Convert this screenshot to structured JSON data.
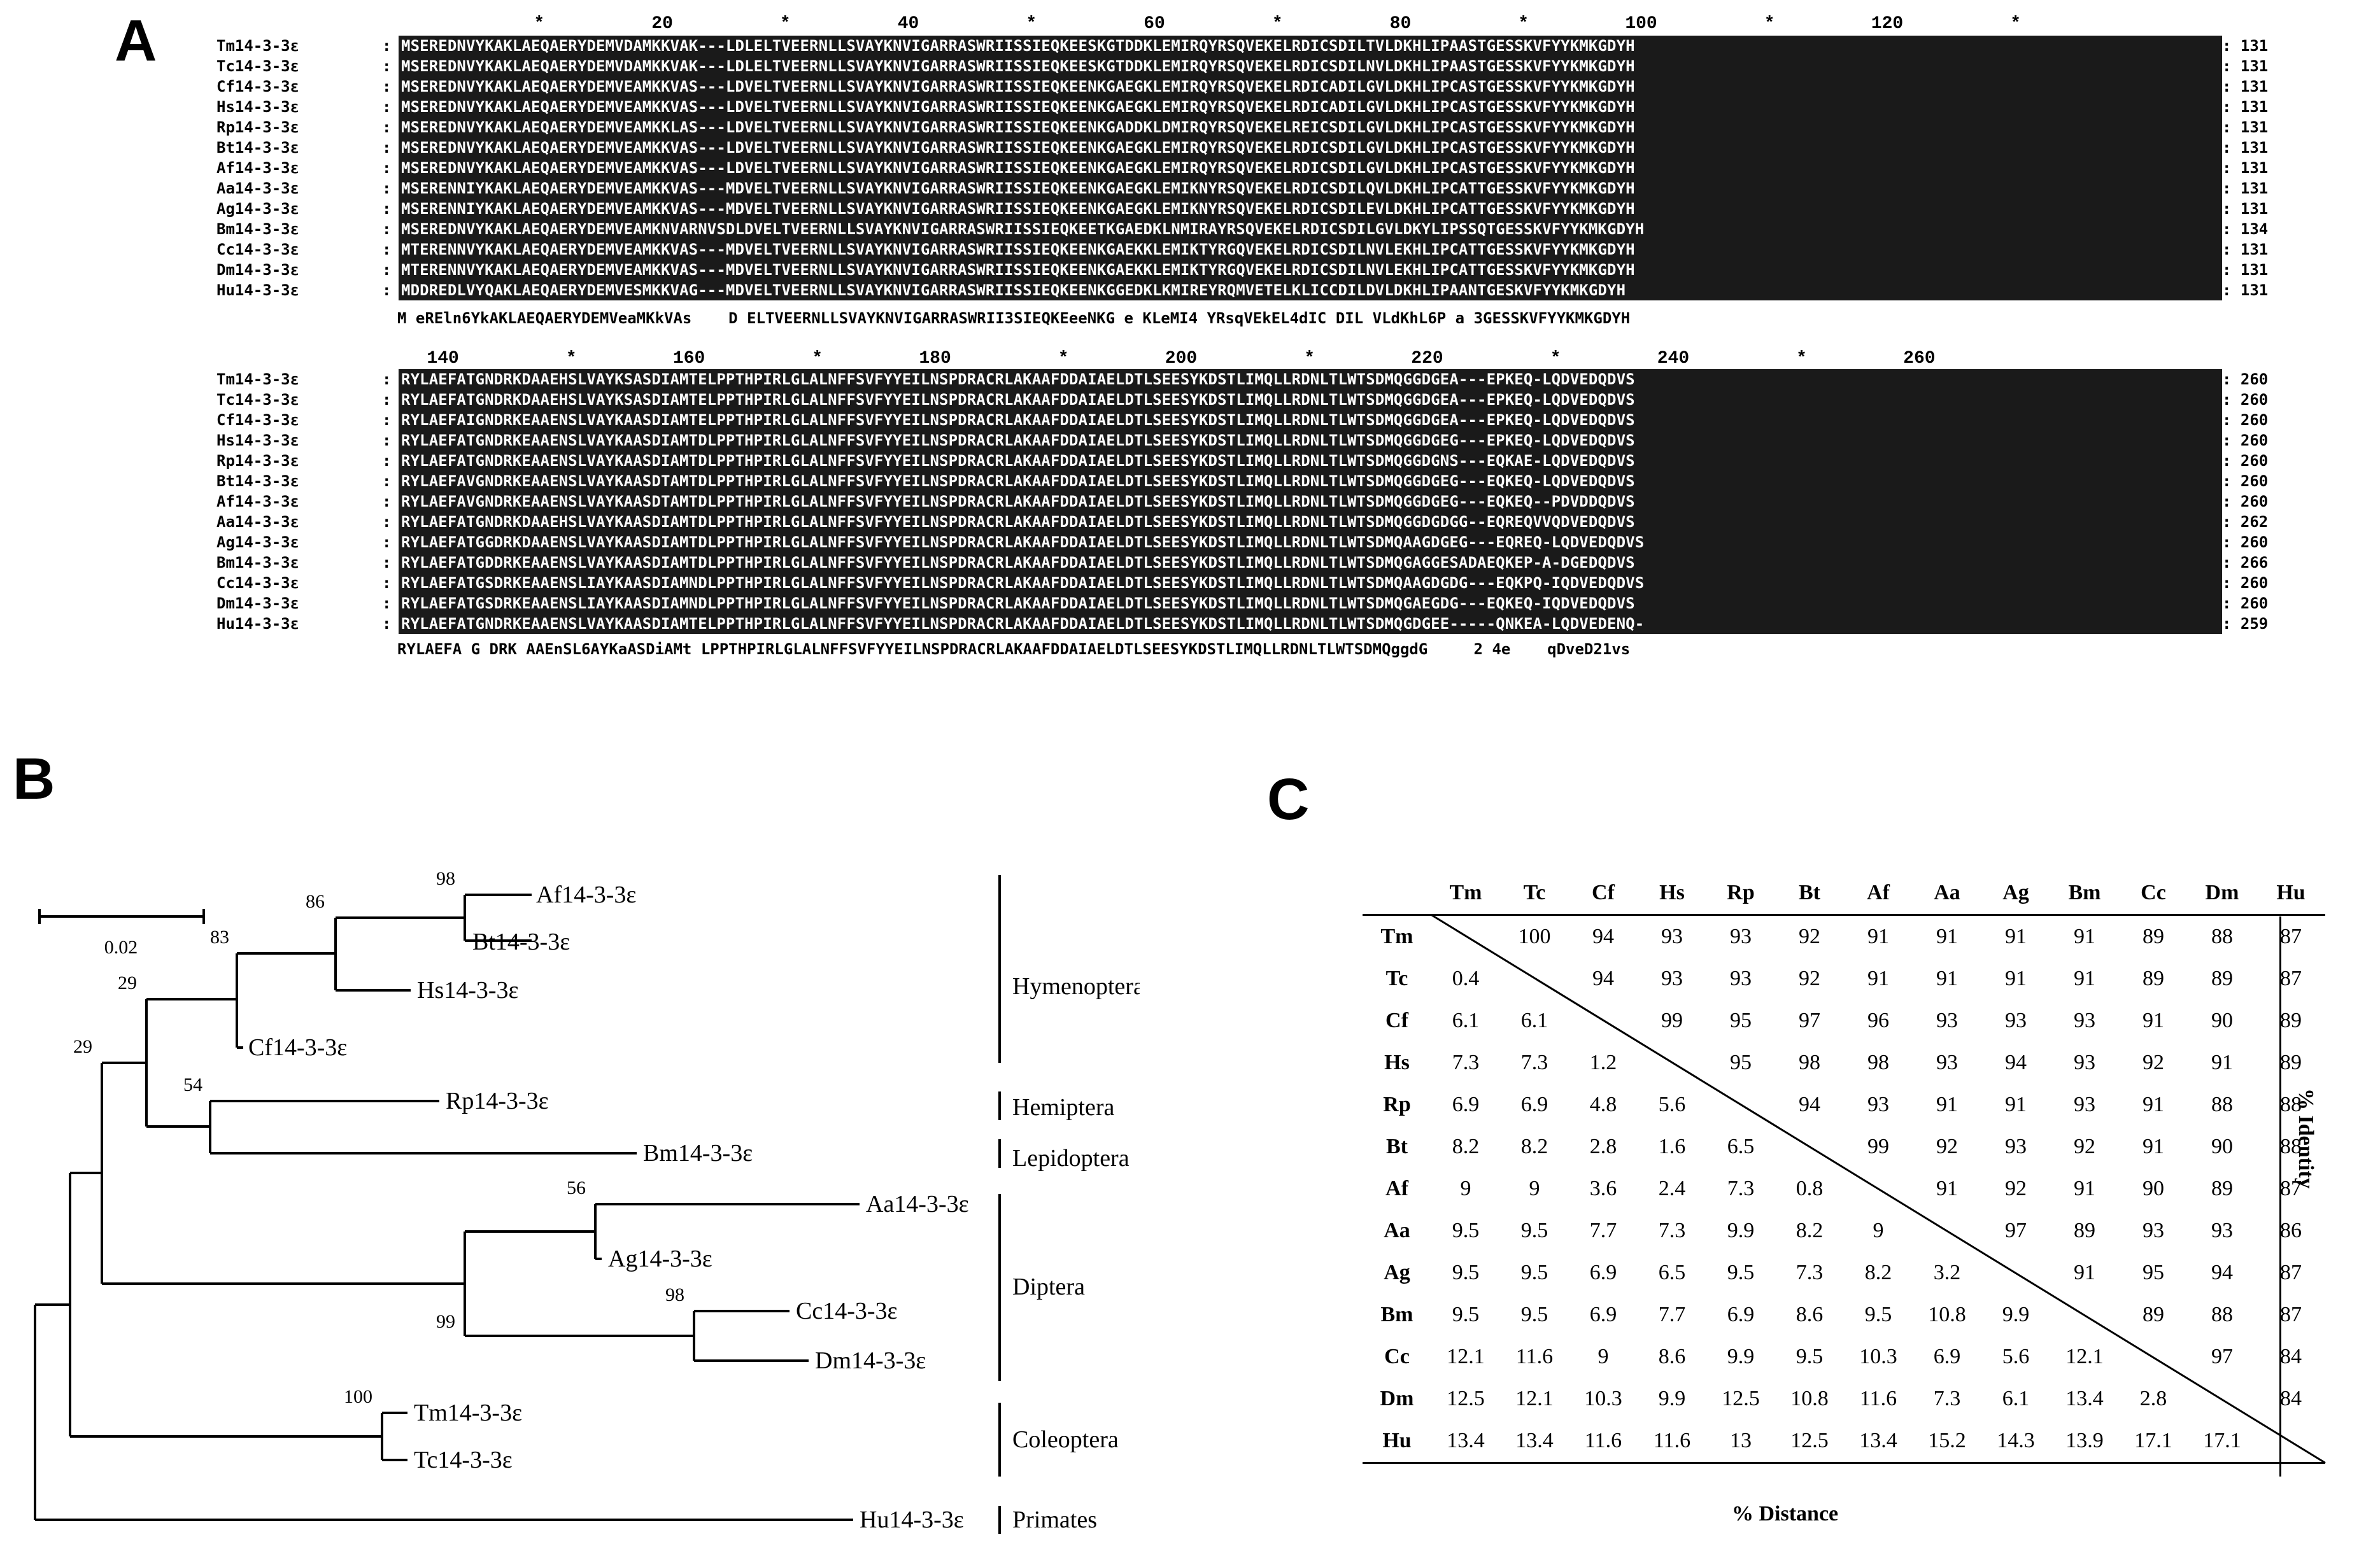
{
  "panels": {
    "a": "A",
    "b": "B",
    "c": "C"
  },
  "alignment": {
    "block1": {
      "ruler": "             *          20          *          40          *          60          *          80          *         100          *         120          *",
      "rows": [
        {
          "name": "Tm14-3-3ε",
          "seq": "MSEREDNVYKAKLAEQAERYDEMVDAMKKVAK---LDLELTVEERNLLSVAYKNVIGARRASWRIISSIEQKEESKGTDDKLEMIRQYRSQVEKELRDICSDILTVLDKHLIPAASTGESSKVFYYKMKGDYH",
          "count": "131"
        },
        {
          "name": "Tc14-3-3ε",
          "seq": "MSEREDNVYKAKLAEQAERYDEMVDAMKKVAK---LDLELTVEERNLLSVAYKNVIGARRASWRIISSIEQKEESKGTDDKLEMIRQYRSQVEKELRDICSDILNVLDKHLIPAASTGESSKVFYYKMKGDYH",
          "count": "131"
        },
        {
          "name": "Cf14-3-3ε",
          "seq": "MSEREDNVYKAKLAEQAERYDEMVEAMKKVAS---LDVELTVEERNLLSVAYKNVIGARRASWRIISSIEQKEENKGAEGKLEMIRQYRSQVEKELRDICADILGVLDKHLIPCASTGESSKVFYYKMKGDYH",
          "count": "131"
        },
        {
          "name": "Hs14-3-3ε",
          "seq": "MSEREDNVYKAKLAEQAERYDEMVEAMKKVAS---LDVELTVEERNLLSVAYKNVIGARRASWRIISSIEQKEENKGAEGKLEMIRQYRSQVEKELRDICADILGVLDKHLIPCASTGESSKVFYYKMKGDYH",
          "count": "131"
        },
        {
          "name": "Rp14-3-3ε",
          "seq": "MSEREDNVYKAKLAEQAERYDEMVEAMKKLAS---LDVELTVEERNLLSVAYKNVIGARRASWRIISSIEQKEENKGADDKLDMIRQYRSQVEKELREICSDILGVLDKHLIPCASTGESSKVFYYKMKGDYH",
          "count": "131"
        },
        {
          "name": "Bt14-3-3ε",
          "seq": "MSEREDNVYKAKLAEQAERYDEMVEAMKKVAS---LDVELTVEERNLLSVAYKNVIGARRASWRIISSIEQKEENKGAEGKLEMIRQYRSQVEKELRDICSDILGVLDKHLIPCASTGESSKVFYYKMKGDYH",
          "count": "131"
        },
        {
          "name": "Af14-3-3ε",
          "seq": "MSEREDNVYKAKLAEQAERYDEMVEAMKKVAS---LDVELTVEERNLLSVAYKNVIGARRASWRIISSIEQKEENKGAEGKLEMIRQYRSQVEKELRDICSDILGVLDKHLIPCASTGESSKVFYYKMKGDYH",
          "count": "131"
        },
        {
          "name": "Aa14-3-3ε",
          "seq": "MSERENNIYKAKLAEQAERYDEMVEAMKKVAS---MDVELTVEERNLLSVAYKNVIGARRASWRIISSIEQKEENKGAEGKLEMIKNYRSQVEKELRDICSDILQVLDKHLIPCATTGESSKVFYYKMKGDYH",
          "count": "131"
        },
        {
          "name": "Ag14-3-3ε",
          "seq": "MSERENNIYKAKLAEQAERYDEMVEAMKKVAS---MDVELTVEERNLLSVAYKNVIGARRASWRIISSIEQKEENKGAEGKLEMIKNYRSQVEKELRDICSDILEVLDKHLIPCATTGESSKVFYYKMKGDYH",
          "count": "131"
        },
        {
          "name": "Bm14-3-3ε",
          "seq": "MSEREDNVYKAKLAEQAERYDEMVEAMKNVARNVSDLDVELTVEERNLLSVAYKNVIGARRASWRIISSIEQKEETKGAEDKLNMIRAYRSQVEKELRDICSDILGVLDKYLIPSSQTGESSKVFYYKMKGDYH",
          "count": "134"
        },
        {
          "name": "Cc14-3-3ε",
          "seq": "MTERENNVYKAKLAEQAERYDEMVEAMKKVAS---MDVELTVEERNLLSVAYKNVIGARRASWRIISSIEQKEENKGAEKKLEMIKTYRGQVEKELRDICSDILNVLEKHLIPCATTGESSKVFYYKMKGDYH",
          "count": "131"
        },
        {
          "name": "Dm14-3-3ε",
          "seq": "MTERENNVYKAKLAEQAERYDEMVEAMKKVAS---MDVELTVEERNLLSVAYKNVIGARRASWRIISSIEQKEENKGAEKKLEMIKTYRGQVEKELRDICSDILNVLEKHLIPCATTGESSKVFYYKMKGDYH",
          "count": "131"
        },
        {
          "name": "Hu14-3-3ε",
          "seq": "MDDREDLVYQAKLAEQAERYDEMVESMKKVAG---MDVELTVEERNLLSVAYKNVIGARRASWRIISSIEQKEENKGGEDKLKMIREYRQMVETELKLICCDILDVLDKHLIPAANTGESKVFYYKMKGDYH",
          "count": "131"
        }
      ],
      "consensus": "M eREln6YkAKLAEQAERYDEMVeaMKkVAs    D ELTVEERNLLSVAYKNVIGARRASWRII3SIEQKEeeNKG e KLeMI4 YRsqVEkEL4dIC DIL VLdKhL6P a 3GESSKVFYYKMKGDYH"
    },
    "block2": {
      "ruler": "   140          *         160          *         180          *         200          *         220          *         240          *         260",
      "rows": [
        {
          "name": "Tm14-3-3ε",
          "seq": "RYLAEFATGNDRKDAAEHSLVAYKSASDIAMTELPPTHPIRLGLALNFFSVFYYEILNSPDRACRLAKAAFDDAIAELDTLSEESYKDSTLIMQLLRDNLTLWTSDMQGGDGEA---EPKEQ-LQDVEDQDVS",
          "count": "260"
        },
        {
          "name": "Tc14-3-3ε",
          "seq": "RYLAEFATGNDRKDAAEHSLVAYKSASDIAMTELPPTHPIRLGLALNFFSVFYYEILNSPDRACRLAKAAFDDAIAELDTLSEESYKDSTLIMQLLRDNLTLWTSDMQGGDGEA---EPKEQ-LQDVEDQDVS",
          "count": "260"
        },
        {
          "name": "Cf14-3-3ε",
          "seq": "RYLAEFAIGNDRKEAAENSLVAYKAASDIAMTELPPTHPIRLGLALNFFSVFYYEILNSPDRACRLAKAAFDDAIAELDTLSEESYKDSTLIMQLLRDNLTLWTSDMQGGDGEA---EPKEQ-LQDVEDQDVS",
          "count": "260"
        },
        {
          "name": "Hs14-3-3ε",
          "seq": "RYLAEFATGNDRKEAAENSLVAYKAASDIAMTDLPPTHPIRLGLALNFFSVFYYEILNSPDRACRLAKAAFDDAIAELDTLSEESYKDSTLIMQLLRDNLTLWTSDMQGGDGEG---EPKEQ-LQDVEDQDVS",
          "count": "260"
        },
        {
          "name": "Rp14-3-3ε",
          "seq": "RYLAEFATGNDRKEAAENSLVAYKAASDIAMTDLPPTHPIRLGLALNFFSVFYYEILNSPDRACRLAKAAFDDAIAELDTLSEESYKDSTLIMQLLRDNLTLWTSDMQGGDGNS---EQKAE-LQDVEDQDVS",
          "count": "260"
        },
        {
          "name": "Bt14-3-3ε",
          "seq": "RYLAEFAVGNDRKEAAENSLVAYKAASDTAMTDLPPTHPIRLGLALNFFSVFYYEILNSPDRACRLAKAAFDDAIAELDTLSEESYKDSTLIMQLLRDNLTLWTSDMQGGDGEG---EQKEQ-LQDVEDQDVS",
          "count": "260"
        },
        {
          "name": "Af14-3-3ε",
          "seq": "RYLAEFAVGNDRKEAAENSLVAYKAASDTAMTDLPPTHPIRLGLALNFFSVFYYEILNSPDRACRLAKAAFDDAIAELDTLSEESYKDSTLIMQLLRDNLTLWTSDMQGGDGEG---EQKEQ--PDVDDQDVS",
          "count": "260"
        },
        {
          "name": "Aa14-3-3ε",
          "seq": "RYLAEFATGNDRKDAAEHSLVAYKAASDIAMTDLPPTHPIRLGLALNFFSVFYYEILNSPDRACRLAKAAFDDAIAELDTLSEESYKDSTLIMQLLRDNLTLWTSDMQGGDGDGG--EQREQVVQDVEDQDVS",
          "count": "262"
        },
        {
          "name": "Ag14-3-3ε",
          "seq": "RYLAEFATGGDRKDAAENSLVAYKAASDIAMTDLPPTHPIRLGLALNFFSVFYYEILNSPDRACRLAKAAFDDAIAELDTLSEESYKDSTLIMQLLRDNLTLWTSDMQAAGDGEG---EQREQ-LQDVEDQDVS",
          "count": "260"
        },
        {
          "name": "Bm14-3-3ε",
          "seq": "RYLAEFATGDDRKEAAENSLVAYKAASDIAMTDLPPTHPIRLGLALNFFSVFYYEILNSPDRACRLAKAAFDDAIAELDTLSEESYKDSTLIMQLLRDNLTLWTSDMQGAGGESADAEQKEP-A-DGEDQDVS",
          "count": "266"
        },
        {
          "name": "Cc14-3-3ε",
          "seq": "RYLAEFATGSDRKEAAENSLIAYKAASDIAMNDLPPTHPIRLGLALNFFSVFYYEILNSPDRACRLAKAAFDDAIAELDTLSEESYKDSTLIMQLLRDNLTLWTSDMQAAGDGDG---EQKPQ-IQDVEDQDVS",
          "count": "260"
        },
        {
          "name": "Dm14-3-3ε",
          "seq": "RYLAEFATGSDRKEAAENSLIAYKAASDIAMNDLPPTHPIRLGLALNFFSVFYYEILNSPDRACRLAKAAFDDAIAELDTLSEESYKDSTLIMQLLRDNLTLWTSDMQGAEGDG---EQKEQ-IQDVEDQDVS",
          "count": "260"
        },
        {
          "name": "Hu14-3-3ε",
          "seq": "RYLAEFATGNDRKEAAENSLVAYKAASDIAMTELPPTHPIRLGLALNFFSVFYYEILNSPDRACRLAKAAFDDAIAELDTLSEESYKDSTLIMQLLRDNLTLWTSDMQGDGEE-----QNKEA-LQDVEDENQ-",
          "count": "259"
        }
      ],
      "consensus": "RYLAEFA G DRK AAEnSL6AYKaASDiAMt LPPTHPIRLGLALNFFSVFYYEILNSPDRACRLAKAAFDDAIAELDTLSEESYKDSTLIMQLLRDNLTLWTSDMQggdG     2 4e    qDveD21vs"
    }
  },
  "tree": {
    "scale_label": "0.02",
    "taxa": [
      "Af14-3-3ε",
      "Bt14-3-3ε",
      "Hs14-3-3ε",
      "Cf14-3-3ε",
      "Rp14-3-3ε",
      "Bm14-3-3ε",
      "Aa14-3-3ε",
      "Ag14-3-3ε",
      "Cc14-3-3ε",
      "Dm14-3-3ε",
      "Tm14-3-3ε",
      "Tc14-3-3ε",
      "Hu14-3-3ε"
    ],
    "bootstrap": [
      "98",
      "86",
      "83",
      "29",
      "54",
      "29",
      "56",
      "99",
      "98",
      "100"
    ],
    "orders": [
      "Hymenoptera",
      "Hemiptera",
      "Lepidoptera",
      "Diptera",
      "Coleoptera",
      "Primates"
    ]
  },
  "matrix": {
    "species": [
      "Tm",
      "Tc",
      "Cf",
      "Hs",
      "Rp",
      "Bt",
      "Af",
      "Aa",
      "Ag",
      "Bm",
      "Cc",
      "Dm",
      "Hu"
    ],
    "rows": [
      [
        "",
        "100",
        "94",
        "93",
        "93",
        "92",
        "91",
        "91",
        "91",
        "91",
        "89",
        "88",
        "87"
      ],
      [
        "0.4",
        "",
        "94",
        "93",
        "93",
        "92",
        "91",
        "91",
        "91",
        "91",
        "89",
        "89",
        "87"
      ],
      [
        "6.1",
        "6.1",
        "",
        "99",
        "95",
        "97",
        "96",
        "93",
        "93",
        "93",
        "91",
        "90",
        "89"
      ],
      [
        "7.3",
        "7.3",
        "1.2",
        "",
        "95",
        "98",
        "98",
        "93",
        "94",
        "93",
        "92",
        "91",
        "89"
      ],
      [
        "6.9",
        "6.9",
        "4.8",
        "5.6",
        "",
        "94",
        "93",
        "91",
        "91",
        "93",
        "91",
        "88",
        "88"
      ],
      [
        "8.2",
        "8.2",
        "2.8",
        "1.6",
        "6.5",
        "",
        "99",
        "92",
        "93",
        "92",
        "91",
        "90",
        "88"
      ],
      [
        "9",
        "9",
        "3.6",
        "2.4",
        "7.3",
        "0.8",
        "",
        "91",
        "92",
        "91",
        "90",
        "89",
        "87"
      ],
      [
        "9.5",
        "9.5",
        "7.7",
        "7.3",
        "9.9",
        "8.2",
        "9",
        "",
        "97",
        "89",
        "93",
        "93",
        "86"
      ],
      [
        "9.5",
        "9.5",
        "6.9",
        "6.5",
        "9.5",
        "7.3",
        "8.2",
        "3.2",
        "",
        "91",
        "95",
        "94",
        "87"
      ],
      [
        "9.5",
        "9.5",
        "6.9",
        "7.7",
        "6.9",
        "8.6",
        "9.5",
        "10.8",
        "9.9",
        "",
        "89",
        "88",
        "87"
      ],
      [
        "12.1",
        "11.6",
        "9",
        "8.6",
        "9.9",
        "9.5",
        "10.3",
        "6.9",
        "5.6",
        "12.1",
        "",
        "97",
        "84"
      ],
      [
        "12.5",
        "12.1",
        "10.3",
        "9.9",
        "12.5",
        "10.8",
        "11.6",
        "7.3",
        "6.1",
        "13.4",
        "2.8",
        "",
        "84"
      ],
      [
        "13.4",
        "13.4",
        "11.6",
        "11.6",
        "13",
        "12.5",
        "13.4",
        "15.2",
        "14.3",
        "13.9",
        "17.1",
        "17.1",
        ""
      ]
    ],
    "identity_label": "% Identity",
    "distance_label": "% Distance"
  }
}
